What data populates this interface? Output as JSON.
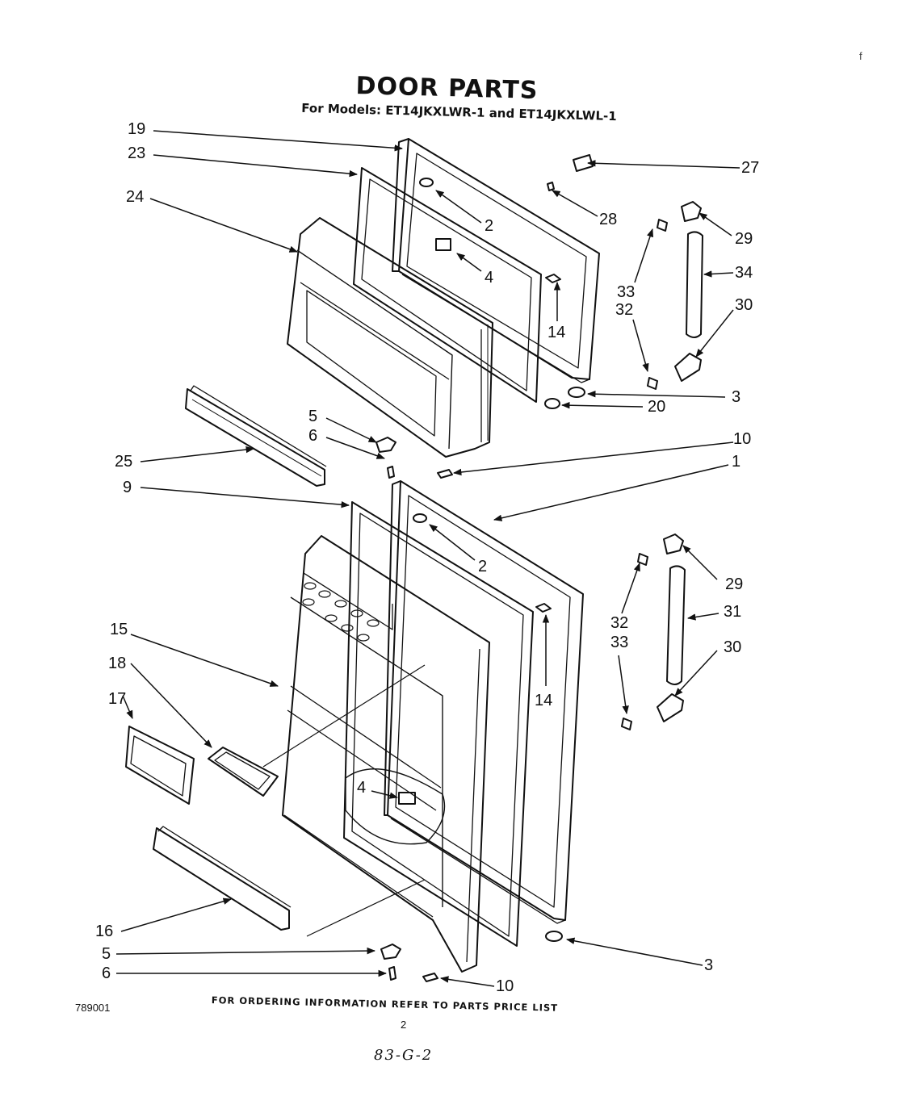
{
  "title": "DOOR PARTS",
  "subtitle": "For Models: ET14JKXLWR-1 and ET14JKXLWL-1",
  "footer_note": "FOR ORDERING INFORMATION REFER TO PARTS PRICE LIST",
  "diagram_number": "789001",
  "page_number": "2",
  "handwritten_code": "83-G-2",
  "edge_mark": "f",
  "callouts": {
    "c19": "19",
    "c23": "23",
    "c24": "24",
    "c25": "25",
    "c5a": "5",
    "c6a": "6",
    "c9": "9",
    "c27": "27",
    "c28": "28",
    "c2a": "2",
    "c4a": "4",
    "c29a": "29",
    "c34": "34",
    "c33a": "33",
    "c32a": "32",
    "c30a": "30",
    "c14a": "14",
    "c3a": "3",
    "c20": "20",
    "c10a": "10",
    "c1": "1",
    "c2b": "2",
    "c29b": "29",
    "c31": "31",
    "c32b": "32",
    "c33b": "33",
    "c30b": "30",
    "c14b": "14",
    "c15": "15",
    "c18": "18",
    "c17": "17",
    "c4b": "4",
    "c16": "16",
    "c5b": "5",
    "c6b": "6",
    "c10b": "10",
    "c3b": "3"
  }
}
